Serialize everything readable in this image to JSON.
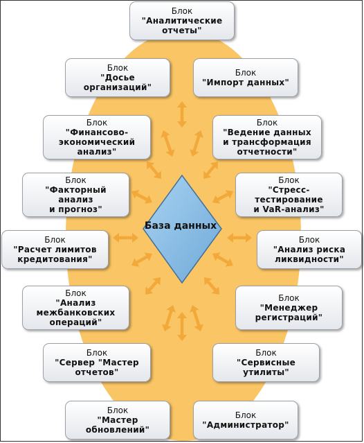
{
  "diagram": {
    "center": {
      "label": "База данных"
    },
    "colors": {
      "ellipse": "#f9c565",
      "arrow": "#f3a93a",
      "diamond": "#86bde6",
      "diamond_stroke": "#3d6f9a"
    },
    "blocks": [
      {
        "id": "analytic-reports",
        "kw": "Блок",
        "lines": [
          "\"Аналитические",
          "отчеты\""
        ]
      },
      {
        "id": "org-dossier",
        "kw": "Блок",
        "lines": [
          "\"Досье",
          "организаций\""
        ]
      },
      {
        "id": "data-import",
        "kw": "Блок",
        "lines": [
          "\"Импорт данных\""
        ]
      },
      {
        "id": "fin-econ-analysis",
        "kw": "Блок",
        "lines": [
          "\"Финансово-",
          "экономический",
          "анализ\""
        ]
      },
      {
        "id": "data-transform",
        "kw": "Блок",
        "lines": [
          "\"Ведение данных",
          "и трансформация",
          "отчетности\""
        ]
      },
      {
        "id": "factor-analysis",
        "kw": "Блок",
        "lines": [
          "\"Факторный",
          "анализ",
          "и прогноз\""
        ]
      },
      {
        "id": "stress-testing",
        "kw": "Блок",
        "lines": [
          "\"Стресс-",
          "тестирование",
          "и VaR-анализ\""
        ]
      },
      {
        "id": "credit-limits",
        "kw": "Блок",
        "lines": [
          "\"Расчет лимитов",
          "кредитования\""
        ]
      },
      {
        "id": "liquidity-risk",
        "kw": "Блок",
        "lines": [
          "\"Анализ риска",
          "ликвидности\""
        ]
      },
      {
        "id": "interbank-ops",
        "kw": "Блок",
        "lines": [
          "\"Анализ",
          "межбанковских",
          "операций\""
        ]
      },
      {
        "id": "registration-manager",
        "kw": "Блок",
        "lines": [
          "\"Менеджер",
          "регистраций\""
        ]
      },
      {
        "id": "report-server",
        "kw": "Блок",
        "lines": [
          "\"Сервер \"Мастер",
          "отчетов\""
        ]
      },
      {
        "id": "service-utils",
        "kw": "Блок",
        "lines": [
          "\"Сервисные",
          "утилиты\""
        ]
      },
      {
        "id": "update-master",
        "kw": "Блок",
        "lines": [
          "\"Мастер",
          "обновлений\""
        ]
      },
      {
        "id": "administrator",
        "kw": "Блок",
        "lines": [
          "\"Администратор\""
        ]
      }
    ]
  }
}
